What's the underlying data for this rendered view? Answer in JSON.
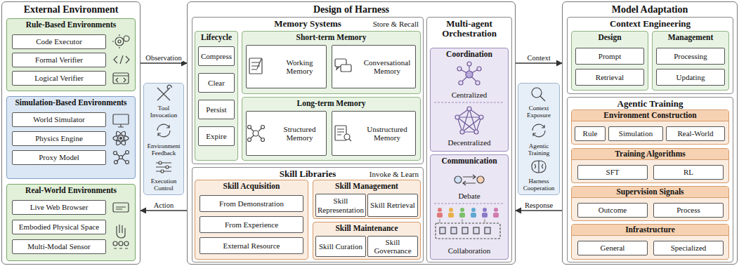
{
  "diagram": {
    "nodes": [
      {
        "text": [
          "External Environment"
        ]
      },
      {
        "text": [
          "Rule-Based Environments"
        ],
        "in": 0
      },
      {
        "text": [
          "Code Executor"
        ],
        "in": 1
      },
      {
        "text": [
          "Formal Verifier"
        ],
        "in": 1
      },
      {
        "text": [
          "Logical Verifier"
        ],
        "in": 1
      },
      {
        "text": [
          "Simulation-Based Environments"
        ],
        "in": 0
      },
      {
        "text": [
          "World Simulator"
        ],
        "in": 5
      },
      {
        "text": [
          "Physics Engine"
        ],
        "in": 5
      },
      {
        "text": [
          "Proxy Model"
        ],
        "in": 5
      },
      {
        "text": [
          "Real-World Environments"
        ],
        "in": 0
      },
      {
        "text": [
          "Live Web Browser"
        ],
        "in": 9
      },
      {
        "text": [
          "Embodied Physical Space"
        ],
        "in": 9
      },
      {
        "text": [
          "Multi-Modal Sensor"
        ],
        "in": 9
      },
      {
        "text": [
          "Tool Invocation"
        ]
      },
      {
        "text": [
          "Environment Feedback"
        ]
      },
      {
        "text": [
          "Execution Control"
        ]
      },
      {
        "text": [
          "Design of Harness"
        ]
      },
      {
        "text": [
          "Memory Systems",
          "Store & Recall"
        ],
        "in": 16
      },
      {
        "text": [
          "Lifecycle"
        ],
        "in": 17
      },
      {
        "text": [
          "Compress"
        ],
        "in": 18
      },
      {
        "text": [
          "Clear"
        ],
        "in": 18
      },
      {
        "text": [
          "Persist"
        ],
        "in": 18
      },
      {
        "text": [
          "Expire"
        ],
        "in": 18
      },
      {
        "text": [
          "Short-term Memory"
        ],
        "in": 17
      },
      {
        "text": [
          "Working Memory"
        ],
        "in": 23
      },
      {
        "text": [
          "Conversational Memory"
        ],
        "in": 23
      },
      {
        "text": [
          "Long-term Memory"
        ],
        "in": 17
      },
      {
        "text": [
          "Structured Memory"
        ],
        "in": 26
      },
      {
        "text": [
          "Unstructured Memory"
        ],
        "in": 26
      },
      {
        "text": [
          "Skill Libraries",
          "Invoke & Learn"
        ],
        "in": 16
      },
      {
        "text": [
          "Skill Acquisition"
        ],
        "in": 29
      },
      {
        "text": [
          "From Demonstration"
        ],
        "in": 30
      },
      {
        "text": [
          "From Experience"
        ],
        "in": 30
      },
      {
        "text": [
          "External Resource"
        ],
        "in": 30
      },
      {
        "text": [
          "Skill Management"
        ],
        "in": 29
      },
      {
        "text": [
          "Skill Representation"
        ],
        "in": 34
      },
      {
        "text": [
          "Skill Retrieval"
        ],
        "in": 34
      },
      {
        "text": [
          "Skill Maintenance"
        ],
        "in": 29
      },
      {
        "text": [
          "Skill Curation"
        ],
        "in": 37
      },
      {
        "text": [
          "Skill Governance"
        ],
        "in": 37
      },
      {
        "text": [
          "Multi-agent Orchestration"
        ],
        "in": 16
      },
      {
        "text": [
          "Coordination",
          "Centralized",
          "Decentralized"
        ],
        "in": 40
      },
      {
        "text": [
          "Communication",
          "Debate",
          "Collaboration"
        ],
        "in": 40
      },
      {
        "text": [
          "Context Exposure"
        ]
      },
      {
        "text": [
          "Agentic Training"
        ]
      },
      {
        "text": [
          "Harness Cooperation"
        ]
      },
      {
        "text": [
          "Model Adaptation"
        ]
      },
      {
        "text": [
          "Context Engineering"
        ],
        "in": 46
      },
      {
        "text": [
          "Design"
        ],
        "in": 47
      },
      {
        "text": [
          "Prompt"
        ],
        "in": 48
      },
      {
        "text": [
          "Retrieval"
        ],
        "in": 48
      },
      {
        "text": [
          "Management"
        ],
        "in": 47
      },
      {
        "text": [
          "Processing"
        ],
        "in": 51
      },
      {
        "text": [
          "Updating"
        ],
        "in": 51
      },
      {
        "text": [
          "Agentic Training"
        ],
        "in": 46
      },
      {
        "text": [
          "Environment Construction"
        ],
        "in": 54
      },
      {
        "text": [
          "Rule"
        ],
        "in": 55
      },
      {
        "text": [
          "Simulation"
        ],
        "in": 55
      },
      {
        "text": [
          "Real-World"
        ],
        "in": 55
      },
      {
        "text": [
          "Training Algorithms"
        ],
        "in": 54
      },
      {
        "text": [
          "SFT"
        ],
        "in": 59
      },
      {
        "text": [
          "RL"
        ],
        "in": 59
      },
      {
        "text": [
          "Supervision Signals"
        ],
        "in": 54
      },
      {
        "text": [
          "Outcome"
        ],
        "in": 62
      },
      {
        "text": [
          "Process"
        ],
        "in": 62
      },
      {
        "text": [
          "Infrastructure"
        ],
        "in": 54
      },
      {
        "text": [
          "General"
        ],
        "in": 65
      },
      {
        "text": [
          "Specialized"
        ],
        "in": 65
      }
    ],
    "edges": [
      {
        "from": 0,
        "to": 16,
        "label": "Observation",
        "arrow": "to"
      },
      {
        "from": 16,
        "to": 0,
        "label": "Action",
        "arrow": "to"
      },
      {
        "from": 16,
        "to": 46,
        "label": "Context",
        "arrow": "to"
      },
      {
        "from": 46,
        "to": 16,
        "label": "Response",
        "arrow": "to"
      }
    ]
  }
}
